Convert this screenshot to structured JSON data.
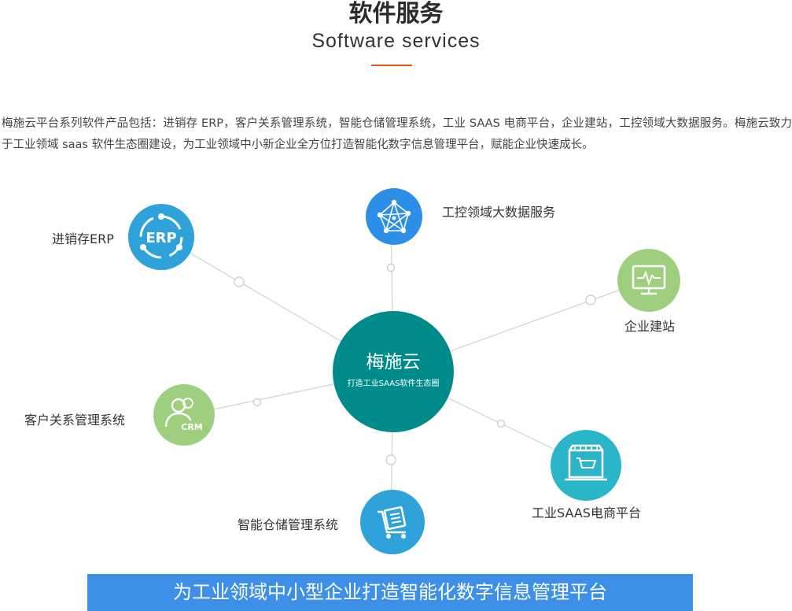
{
  "header": {
    "title_cn": "软件服务",
    "title_en": "Software services"
  },
  "intro": "梅施云平台系列软件产品包括：进销存 ERP，客户关系管理系统，智能仓储管理系统，工业 SAAS 电商平台，企业建站，工控领域大数据服务。梅施云致力于工业领域 saas 软件生态圈建设，为工业领域中小新企业全方位打造智能化数字信息管理平台，赋能企业快速成长。",
  "center": {
    "title": "梅施云",
    "subtitle": "打造工业SAAS软件生态圈"
  },
  "nodes": {
    "erp": {
      "label": "进销存ERP",
      "icon": "erp-icon",
      "color": "#2fa3d9",
      "icon_text": "ERP"
    },
    "bigdata": {
      "label": "工控领域大数据服务",
      "icon": "network-icon",
      "color": "#2d8ee8"
    },
    "website": {
      "label": "企业建站",
      "icon": "monitor-icon",
      "color": "#9dcf7e"
    },
    "crm": {
      "label": "客户关系管理系统",
      "icon": "crm-icon",
      "color": "#9dcf7e",
      "icon_text": "CRM"
    },
    "warehouse": {
      "label": "智能仓储管理系统",
      "icon": "cart-icon",
      "color": "#2fa3d9"
    },
    "ecommerce": {
      "label": "工业SAAS电商平台",
      "icon": "shop-icon",
      "color": "#2bb5c9"
    }
  },
  "banner": "为工业领域中小型企业打造智能化数字信息管理平台"
}
